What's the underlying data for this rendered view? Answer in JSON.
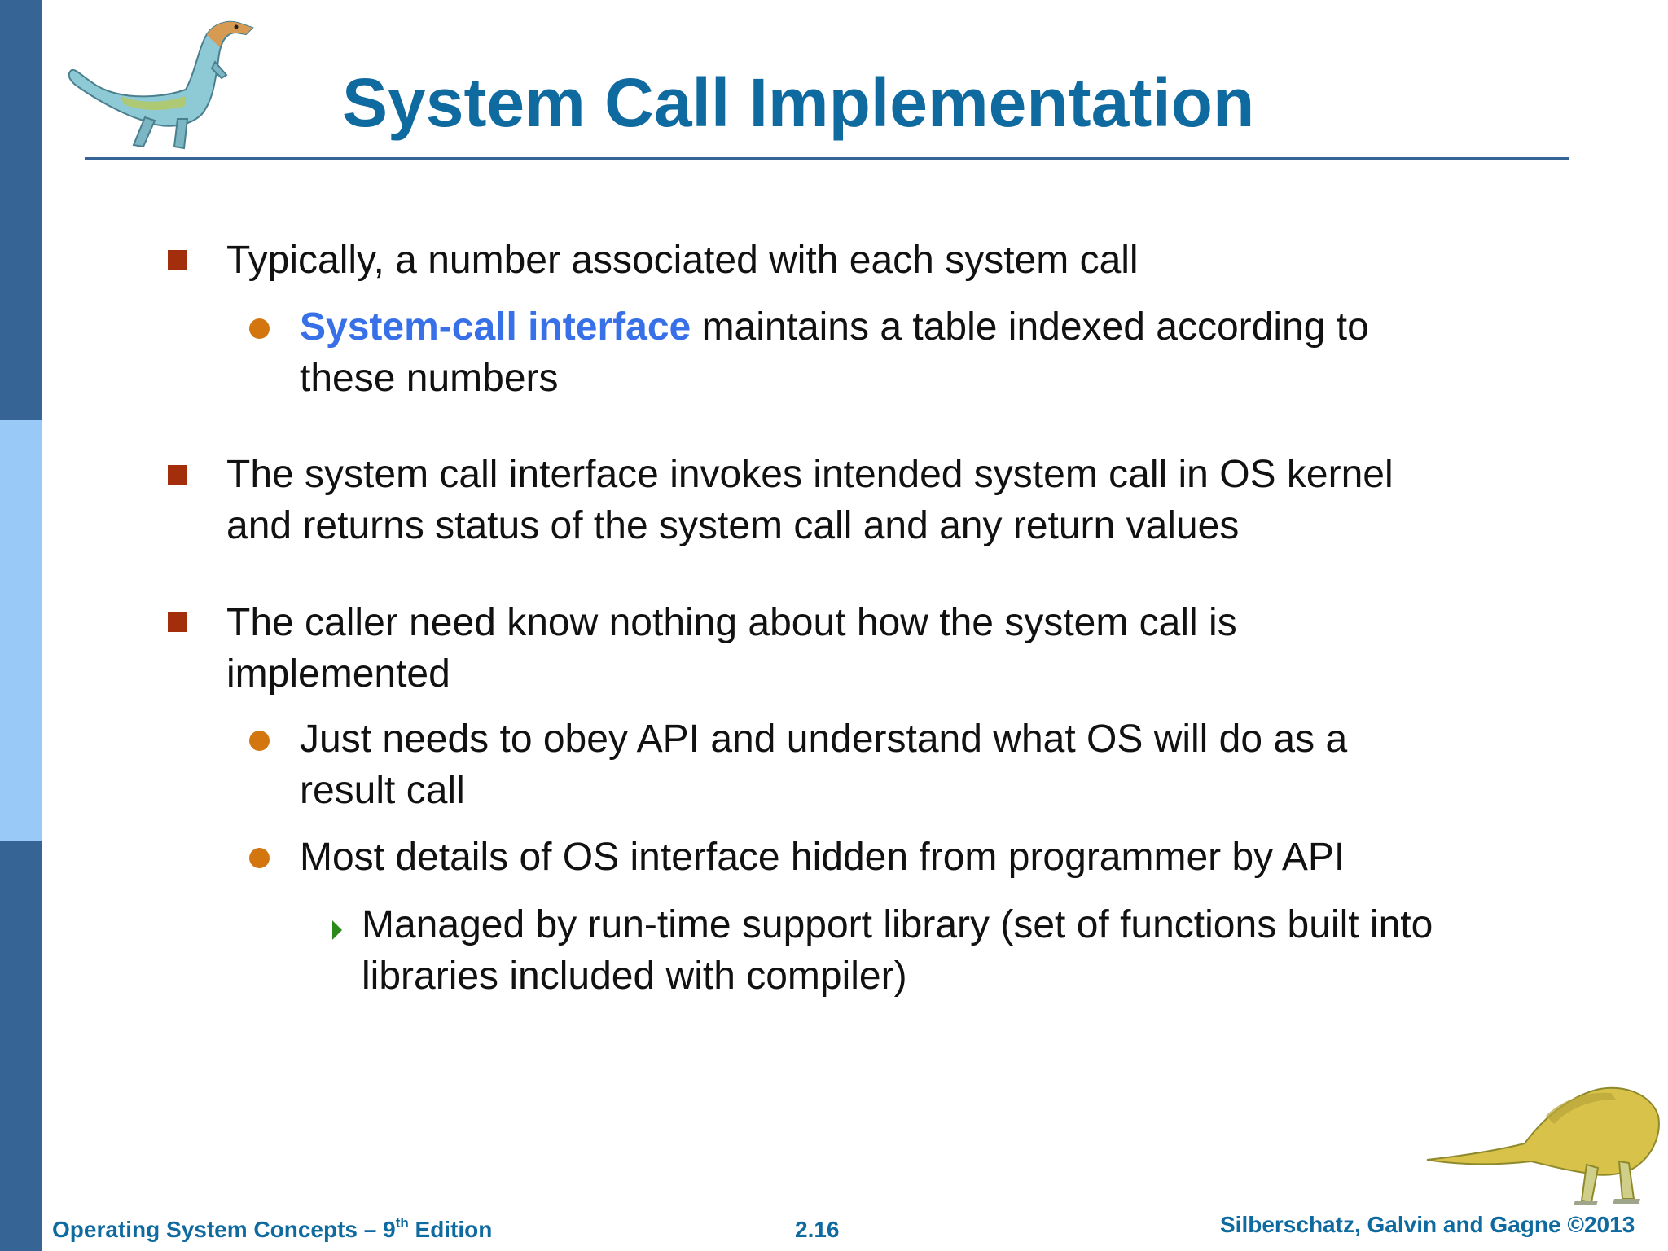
{
  "slide": {
    "title": "System Call Implementation",
    "bullets": [
      {
        "text": "Typically, a number associated with each system call",
        "sub": [
          {
            "highlight": "System-call interface",
            "rest_line1": " maintains a table indexed according to",
            "line2": "these numbers"
          }
        ]
      },
      {
        "line1": "The system call interface invokes intended system call in OS kernel",
        "line2": "and returns status of the system call and any return values"
      },
      {
        "line1": "The caller need know nothing about how the system call is",
        "line2": "implemented",
        "sub": [
          {
            "line1": "Just needs to obey API and understand what OS will do as a",
            "line2": "result call"
          },
          {
            "text": "Most details of  OS interface hidden from programmer by API",
            "sub": [
              {
                "line1": "Managed by run-time support library (set of functions built into",
                "line2": "libraries included with compiler)"
              }
            ]
          }
        ]
      }
    ]
  },
  "footer": {
    "book_prefix": "Operating System Concepts – 9",
    "book_sup": "th",
    "book_suffix": " Edition",
    "page": "2.16",
    "authors": "Silberschatz, Galvin and Gagne ©2013"
  },
  "colors": {
    "title": "#0f6aa0",
    "sidebar_dark": "#356495",
    "sidebar_light": "#99c9f7",
    "square_bullet": "#a32e0c",
    "dot_bullet": "#d47610",
    "triangle_bullet": "#2a8a1a",
    "highlight": "#3870e8"
  },
  "icons": [
    "dinosaur-icon-top",
    "dinosaur-icon-bottom"
  ]
}
